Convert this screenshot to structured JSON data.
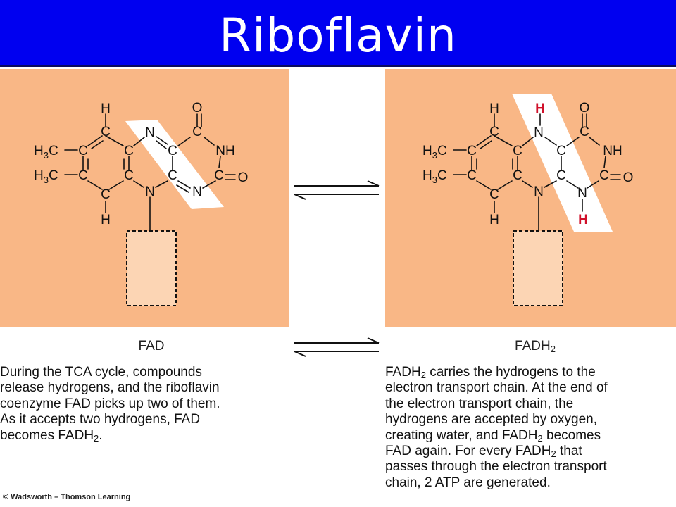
{
  "title": "Riboflavin",
  "colors": {
    "title_bg": "#0000f0",
    "panel_bg": "#f9b786",
    "highlight_h": "#d0102a",
    "box_fill": "#fcd5b4"
  },
  "molecule": {
    "atoms": {
      "H": "H",
      "O": "O",
      "C": "C",
      "N": "N",
      "NH": "NH"
    },
    "methyl_prefix": "H",
    "methyl_sub": "3",
    "methyl_suffix": "C"
  },
  "labels": {
    "fad": "FAD",
    "fadh2_main": "FADH",
    "fadh2_sub": "2"
  },
  "left_text": {
    "line1": "During the TCA cycle, compounds",
    "line2": "release hydrogens, and the riboflavin",
    "line3": "coenzyme FAD picks up two of them.",
    "line4": "As it accepts two hydrogens, FAD",
    "line5_pre": "becomes FADH",
    "line5_sub": "2",
    "line5_post": "."
  },
  "right_text": {
    "l1_a": "FADH",
    "l1_sub": "2",
    "l1_b": " carries the hydrogens to the",
    "l2": "electron transport chain.  At the end of",
    "l3": "the electron transport chain, the",
    "l4": "hydrogens are accepted by oxygen,",
    "l5_a": "creating water, and FADH",
    "l5_sub": "2",
    "l5_b": " becomes",
    "l6_a": "FAD again. For every FADH",
    "l6_sub": "2",
    "l6_b": " that",
    "l7": "passes through the electron transport",
    "l8": "chain, 2 ATP are generated."
  },
  "copyright": "© Wadsworth – Thomson Learning"
}
